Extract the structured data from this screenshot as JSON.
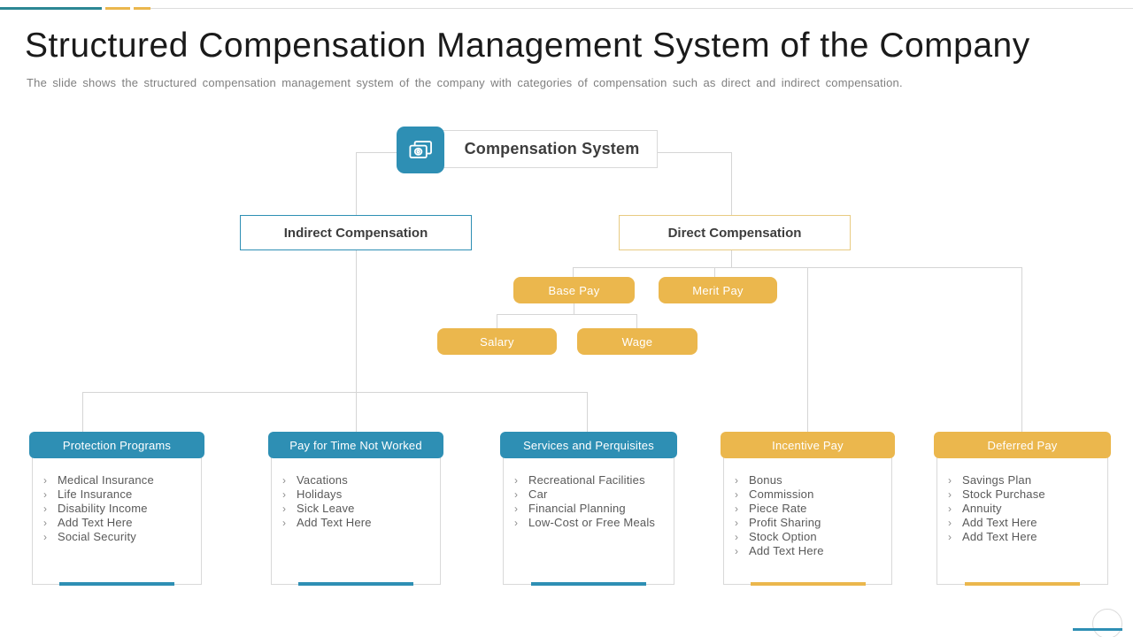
{
  "slide": {
    "title": "Structured Compensation Management System of the Company",
    "subtitle": "The slide shows the structured compensation management system of the company with categories of compensation such as direct and indirect compensation."
  },
  "colors": {
    "teal": "#2c8794",
    "blue": "#2e8fb4",
    "yellow": "#ebb74d",
    "yellow_border": "#e8cb82",
    "line_gray": "#d5d5d5",
    "border_gray": "#d9d9d9",
    "text_dark": "#3d3d3d",
    "text_dark_strong": "#1a1a1a",
    "text_gray": "#7f7f7f",
    "list_text": "#595959",
    "bullet_gray": "#8c8c8c"
  },
  "bullet_char": "›",
  "root": {
    "label": "Compensation System",
    "icon": "banknote-icon"
  },
  "branches": {
    "indirect": {
      "label": "Indirect Compensation"
    },
    "direct": {
      "label": "Direct Compensation"
    }
  },
  "pills": {
    "base_pay": "Base Pay",
    "merit_pay": "Merit Pay",
    "salary": "Salary",
    "wage": "Wage"
  },
  "detail_boxes": [
    {
      "title": "Protection Programs",
      "accent": "blue",
      "items": [
        "Medical Insurance",
        "Life Insurance",
        "Disability Income",
        "Add Text Here",
        "Social Security"
      ]
    },
    {
      "title": "Pay for Time Not Worked",
      "accent": "blue",
      "items": [
        "Vacations",
        "Holidays",
        "Sick Leave",
        "Add Text Here"
      ]
    },
    {
      "title": "Services and Perquisites",
      "accent": "blue",
      "items": [
        "Recreational Facilities",
        "Car",
        "Financial Planning",
        "Low-Cost or Free Meals"
      ]
    },
    {
      "title": "Incentive Pay",
      "accent": "yellow",
      "items": [
        "Bonus",
        "Commission",
        "Piece Rate",
        "Profit Sharing",
        "Stock Option",
        "Add Text Here"
      ]
    },
    {
      "title": "Deferred Pay",
      "accent": "yellow",
      "items": [
        "Savings Plan",
        "Stock Purchase",
        "Annuity",
        "Add Text Here",
        "Add Text Here"
      ]
    }
  ]
}
